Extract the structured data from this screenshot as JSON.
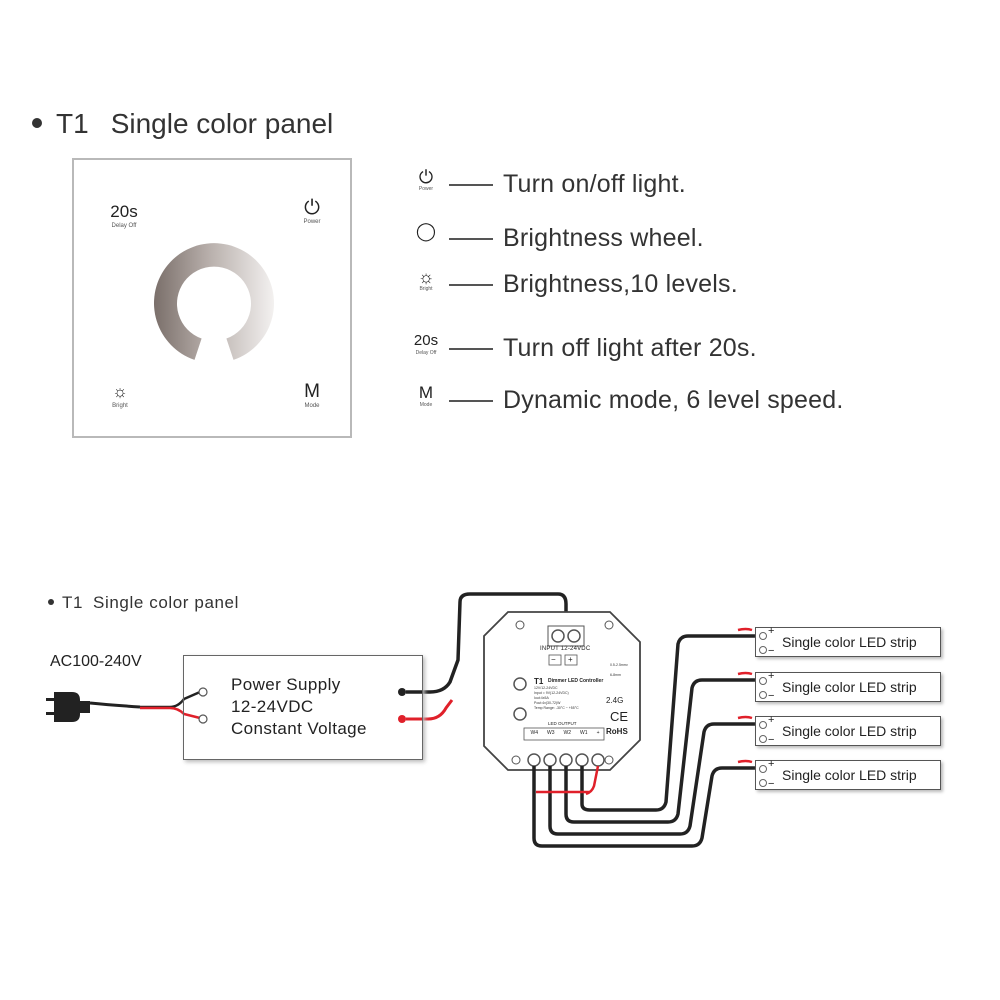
{
  "top": {
    "model": "T1",
    "title": "Single color panel",
    "panel": {
      "delay": {
        "label": "20s",
        "sub": "Delay Off"
      },
      "power": {
        "label": "⏻",
        "sub": "Power"
      },
      "bright": {
        "label": "☼",
        "sub": "Bright"
      },
      "mode": {
        "label": "M",
        "sub": "Mode"
      }
    },
    "legend": [
      {
        "icon": "⏻",
        "sub": "Power",
        "text": "Turn on/off light."
      },
      {
        "icon": "◯",
        "sub": "",
        "text": "Brightness wheel."
      },
      {
        "icon": "☼",
        "sub": "Bright",
        "text": "Brightness,10 levels."
      },
      {
        "icon": "20s",
        "sub": "Delay Off",
        "text": "Turn off light after 20s."
      },
      {
        "icon": "M",
        "sub": "Mode",
        "text": "Dynamic mode, 6 level speed."
      }
    ]
  },
  "wiring": {
    "model": "T1",
    "title": "Single color panel",
    "ac_label": "AC100-240V",
    "psu": {
      "line1": "Power Supply",
      "line2": "12-24VDC",
      "line3": "Constant Voltage"
    },
    "controller": {
      "input_label": "INPUT 12-24VDC",
      "model": "T1",
      "name": "Dimmer LED Controller",
      "spec1": "12V/12-24VDC",
      "spec2": "Input = 9V(12-24VDC)",
      "spec3": "Iout:4x5A",
      "spec4": "Pout:4x(30-72)W",
      "spec5": "Temp Range: -30°C ~ +55°C",
      "wire_note": "0.5-2.5mm²",
      "strip_len": "6-8mm",
      "freq": "2.4G",
      "ce": "CE",
      "rohs": "RoHS",
      "output_label": "LED OUTPUT",
      "terminals": [
        "W4",
        "W3",
        "W2",
        "W1",
        "+"
      ],
      "minus": "−",
      "plus": "+"
    },
    "strips": [
      {
        "label": "Single color LED strip"
      },
      {
        "label": "Single color LED strip"
      },
      {
        "label": "Single color LED strip"
      },
      {
        "label": "Single color LED strip"
      }
    ],
    "strip_plus": "+",
    "strip_minus": "−"
  },
  "colors": {
    "text": "#333333",
    "wire_black": "#222222",
    "wire_red": "#e0202a",
    "border": "#b9b9b9"
  }
}
